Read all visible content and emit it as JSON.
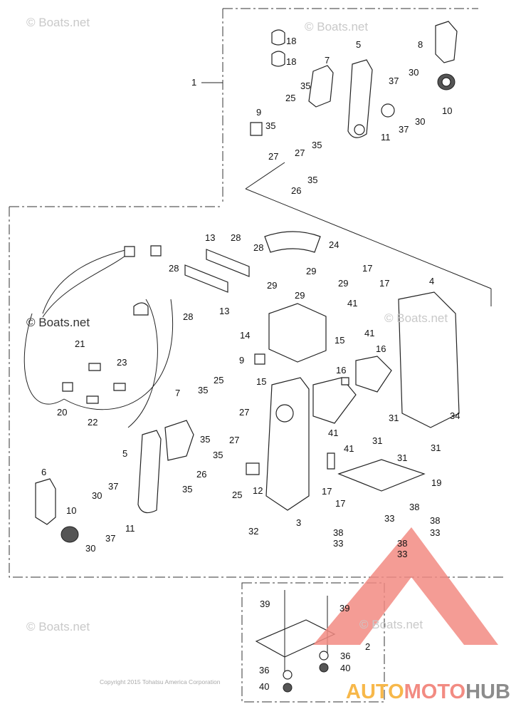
{
  "watermarks": [
    "© Boats.net",
    "© Boats.net",
    "© Boats.net",
    "© Boats.net",
    "© Boats.net",
    "© Boats.net"
  ],
  "copyright": "Copyright 2015 Tohatsu America Corporation",
  "logo": {
    "text_a": "AUTO",
    "text_b": "MOTO",
    "text_c": "HUB",
    "colors": {
      "red": "#f28b82",
      "orange": "#f7b84a",
      "gray": "#8c8c8c"
    }
  },
  "callouts": [
    "18",
    "18",
    "7",
    "5",
    "8",
    "1",
    "35",
    "25",
    "37",
    "30",
    "9",
    "35",
    "27",
    "27",
    "35",
    "11",
    "37",
    "30",
    "10",
    "26",
    "35",
    "13",
    "28",
    "28",
    "24",
    "28",
    "29",
    "29",
    "29",
    "29",
    "17",
    "17",
    "4",
    "28",
    "13",
    "41",
    "41",
    "15",
    "14",
    "21",
    "16",
    "23",
    "9",
    "15",
    "16",
    "25",
    "35",
    "20",
    "22",
    "7",
    "27",
    "35",
    "27",
    "35",
    "34",
    "31",
    "31",
    "31",
    "31",
    "41",
    "41",
    "5",
    "26",
    "6",
    "19",
    "17",
    "17",
    "12",
    "25",
    "30",
    "37",
    "35",
    "3",
    "38",
    "38",
    "33",
    "33",
    "38",
    "33",
    "38",
    "33",
    "10",
    "11",
    "30",
    "37",
    "32",
    "39",
    "39",
    "2",
    "36",
    "40",
    "36",
    "40"
  ]
}
